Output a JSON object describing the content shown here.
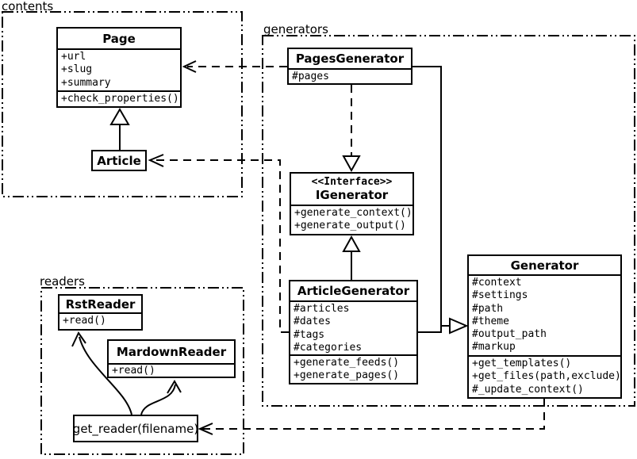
{
  "packages": {
    "contents": {
      "label": "contents"
    },
    "generators": {
      "label": "generators"
    },
    "readers": {
      "label": "readers"
    }
  },
  "classes": {
    "page": {
      "name": "Page",
      "attributes": [
        "+url",
        "+slug",
        "+summary"
      ],
      "methods": [
        "+check_properties()"
      ]
    },
    "article": {
      "name": "Article"
    },
    "pages_generator": {
      "name": "PagesGenerator",
      "attributes": [
        "#pages"
      ]
    },
    "igenerator": {
      "stereotype": "<<Interface>>",
      "name": "IGenerator",
      "methods": [
        "+generate_context()",
        "+generate_output()"
      ]
    },
    "article_generator": {
      "name": "ArticleGenerator",
      "attributes": [
        "#articles",
        "#dates",
        "#tags",
        "#categories"
      ],
      "methods": [
        "+generate_feeds()",
        "+generate_pages()"
      ]
    },
    "generator": {
      "name": "Generator",
      "attributes": [
        "#context",
        "#settings",
        "#path",
        "#theme",
        "#output_path",
        "#markup"
      ],
      "methods": [
        "+get_templates()",
        "+get_files(path,exclude)",
        "#_update_context()"
      ]
    },
    "rst_reader": {
      "name": "RstReader",
      "methods": [
        "+read()"
      ]
    },
    "mardown_reader": {
      "name": "MardownReader",
      "methods": [
        "+read()"
      ]
    },
    "get_reader": {
      "label": "get_reader(filename)"
    }
  },
  "colors": {
    "line": "#000000",
    "background": "#ffffff",
    "box_fill": "#ffffff"
  }
}
